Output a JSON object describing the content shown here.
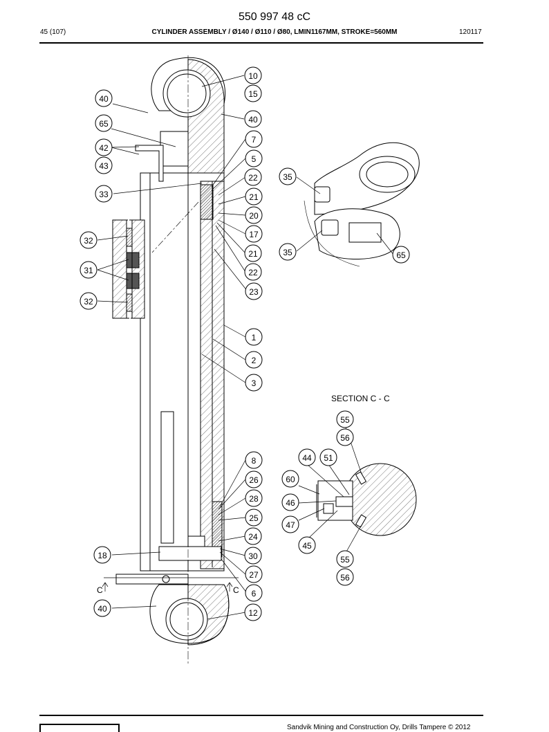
{
  "header": {
    "doc_number": "550 997 48 cC",
    "page": "45 (107)",
    "title": "CYLINDER ASSEMBLY / Ø140 / Ø110 / Ø80, LMIN1167MM, STROKE=560MM",
    "date": "120117"
  },
  "footer": {
    "copyright": "Sandvik Mining and Construction Oy, Drills Tampere © 2012"
  },
  "drawing": {
    "section_title": "SECTION C - C",
    "section_marker": "C",
    "callouts": [
      "10",
      "15",
      "40",
      "7",
      "5",
      "22",
      "21",
      "20",
      "17",
      "21",
      "22",
      "23",
      "1",
      "2",
      "3",
      "8",
      "26",
      "28",
      "25",
      "24",
      "30",
      "27",
      "6",
      "12",
      "40",
      "65",
      "42",
      "43",
      "33",
      "32",
      "31",
      "32",
      "18",
      "40",
      "35",
      "35",
      "65",
      "55",
      "56",
      "44",
      "51",
      "60",
      "46",
      "47",
      "45",
      "55",
      "56"
    ]
  }
}
